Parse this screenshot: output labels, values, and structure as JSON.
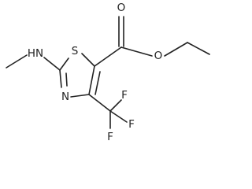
{
  "structure": {
    "atoms": {
      "sulfur": "S",
      "ring_nitrogen": "N",
      "amine": "HN",
      "carbonyl_oxygen": "O",
      "ester_oxygen": "O",
      "fluorine_top": "F",
      "fluorine_left": "F",
      "fluorine_right": "F"
    }
  }
}
